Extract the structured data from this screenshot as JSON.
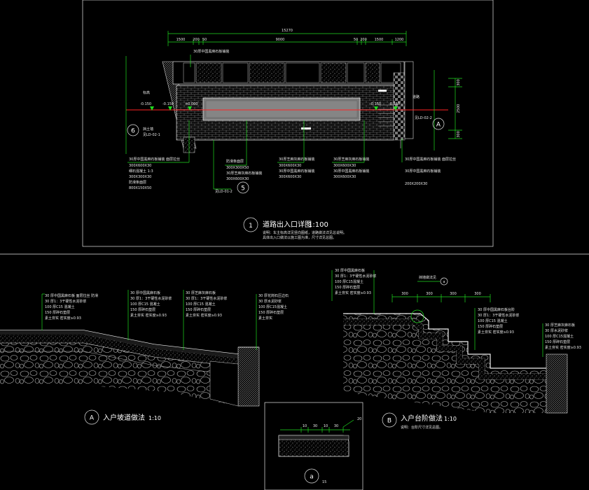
{
  "colors": {
    "background": "#000000",
    "linework": "#ffffff",
    "leader": "#1fdc1f",
    "axis": "#ff2424",
    "hatch": "#bdbdbd"
  },
  "plan": {
    "title": "道路出入口详图",
    "scale": "1:100",
    "callout": "1",
    "notes": [
      "说明：车主标高详见竖向图纸，道路做法详见总说明。",
      "具体出入口做法以施工图为准，尺寸详见总图。"
    ],
    "dims_top": [
      "1500",
      "200",
      "50",
      "9000",
      "50",
      "200",
      "1500",
      "1200"
    ],
    "dim_total": "15270",
    "dims_right": [
      "300",
      "2500",
      "300"
    ],
    "road_label": "道路",
    "axis_marker_left": "6",
    "axis_marker_mid": "5",
    "axis_marker_right": "A",
    "callouts": [
      "30厚中国黑麻石板铺装",
      "标高",
      "-0.150",
      "-0.150",
      "-0.150",
      "-0.150",
      "±0.000",
      "挡土墙",
      "见LD-02-1",
      "见LD-02-2",
      "30厚中国黑麻石板铺装 面层拉丝",
      "300X600X30",
      "细石混凝土 1:3",
      "300X300X30",
      "防滑条面层",
      "800X150X50",
      "300X300X50",
      "30厚芝麻灰麻石板铺装",
      "300X600X30",
      "30厚中国黑麻石板铺装",
      "300X600X30",
      "挡土墙",
      "见LD-01-2",
      "30厚中国黑麻石板铺装",
      "30厚中国黑麻石板铺装 面层拉丝",
      "200X200X30"
    ]
  },
  "sectionA": {
    "title": "入户坡道做法",
    "scale": "1:10",
    "callout": "A",
    "layers_1": [
      "30 厚中国黑麻石板 面层拉丝 防滑",
      "30 厚1：3干硬性水泥砂浆",
      "100 厚C15 混凝土",
      "150 厚碎石垫层",
      "素土夯实 密实度≥0.93"
    ],
    "layers_2": [
      "30 厚中国黑麻石板",
      "30 厚1：3干硬性水泥砂浆",
      "100 厚C15 混凝土",
      "150 厚碎石垫层",
      "素土夯实 密实度≥0.93"
    ],
    "layers_3": [
      "30 厚芝麻灰麻石板",
      "30 厚1：3干硬性水泥砂浆",
      "100 厚C15 混凝土",
      "150 厚碎石垫层",
      "素土夯实 密实度≥0.93"
    ],
    "layers_4": [
      "30 厚花岗石压边石",
      "30 厚水泥砂浆",
      "100 厚C15混凝土",
      "150 厚碎石垫层",
      "素土夯实"
    ]
  },
  "sectionB": {
    "title": "入户台阶做法",
    "scale": "1:10",
    "callout": "B",
    "note": "说明：台阶尺寸详见总图。",
    "label_top": "挡墙做法见",
    "callout_small": "a",
    "dims": [
      "300",
      "300",
      "300",
      "300"
    ],
    "layers_left": [
      "30 厚中国黑麻石板",
      "30 厚1：3干硬性水泥砂浆",
      "100 厚C15混凝土",
      "150 厚碎石垫层",
      "素土夯实 密实度≥0.93"
    ],
    "layers_right": [
      "30 厚中国黑麻石板台阶",
      "30 厚1：3干硬性水泥砂浆",
      "100 厚C15 混凝土",
      "150 厚碎石垫层",
      "素土夯实 密实度≥0.93"
    ],
    "layers_far": [
      "30 厚芝麻灰麻石板",
      "30 厚水泥砂浆",
      "100 厚C15混凝土",
      "150 厚碎石垫层",
      "素土夯实 密实度≥0.93"
    ]
  },
  "detailA": {
    "callout": "a",
    "scale": "15",
    "dims": [
      "10",
      "30",
      "10",
      "30",
      "20"
    ]
  }
}
